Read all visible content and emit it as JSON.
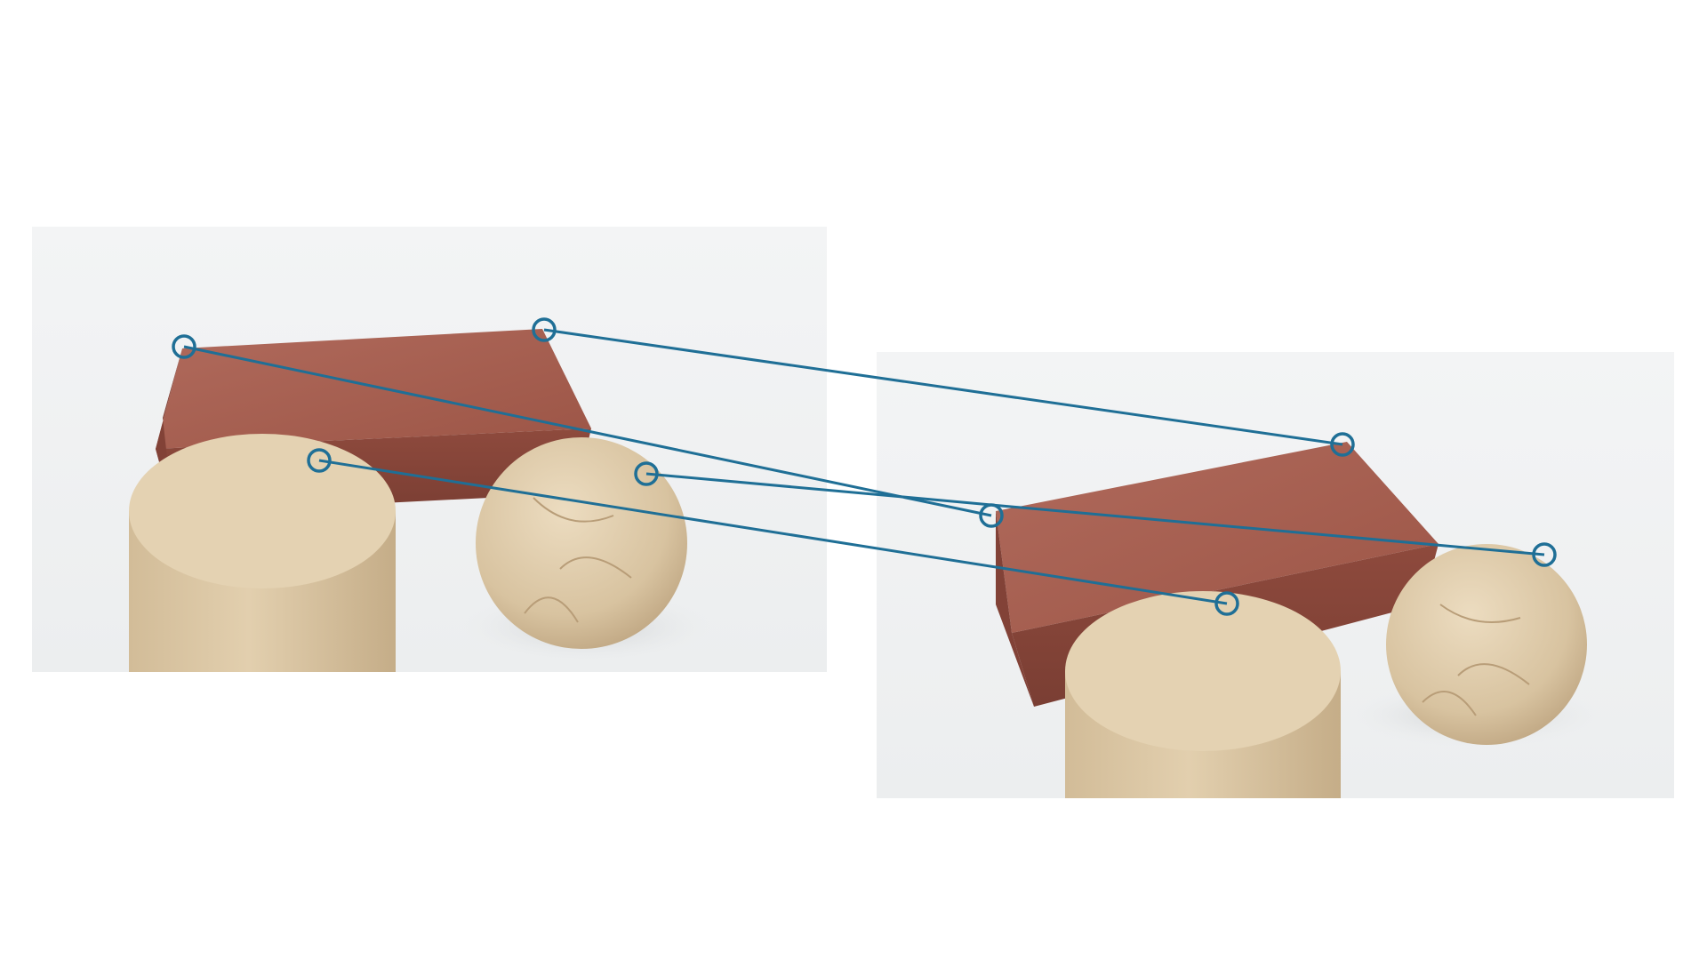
{
  "figure": {
    "background_color": "#ffffff",
    "photo_background_color": "#f1f2f3",
    "match_color": "#1f6f96"
  },
  "scene_objects": [
    {
      "name": "brick",
      "color": "#a0574b"
    },
    {
      "name": "cylinder",
      "color": "#dcc8a6"
    },
    {
      "name": "sphere",
      "color": "#d8c5a4"
    }
  ],
  "correspondences": [
    {
      "id": "brick-far-top-corner"
    },
    {
      "id": "brick-left-top-corner"
    },
    {
      "id": "cylinder-top-center"
    },
    {
      "id": "sphere-top-right"
    }
  ]
}
